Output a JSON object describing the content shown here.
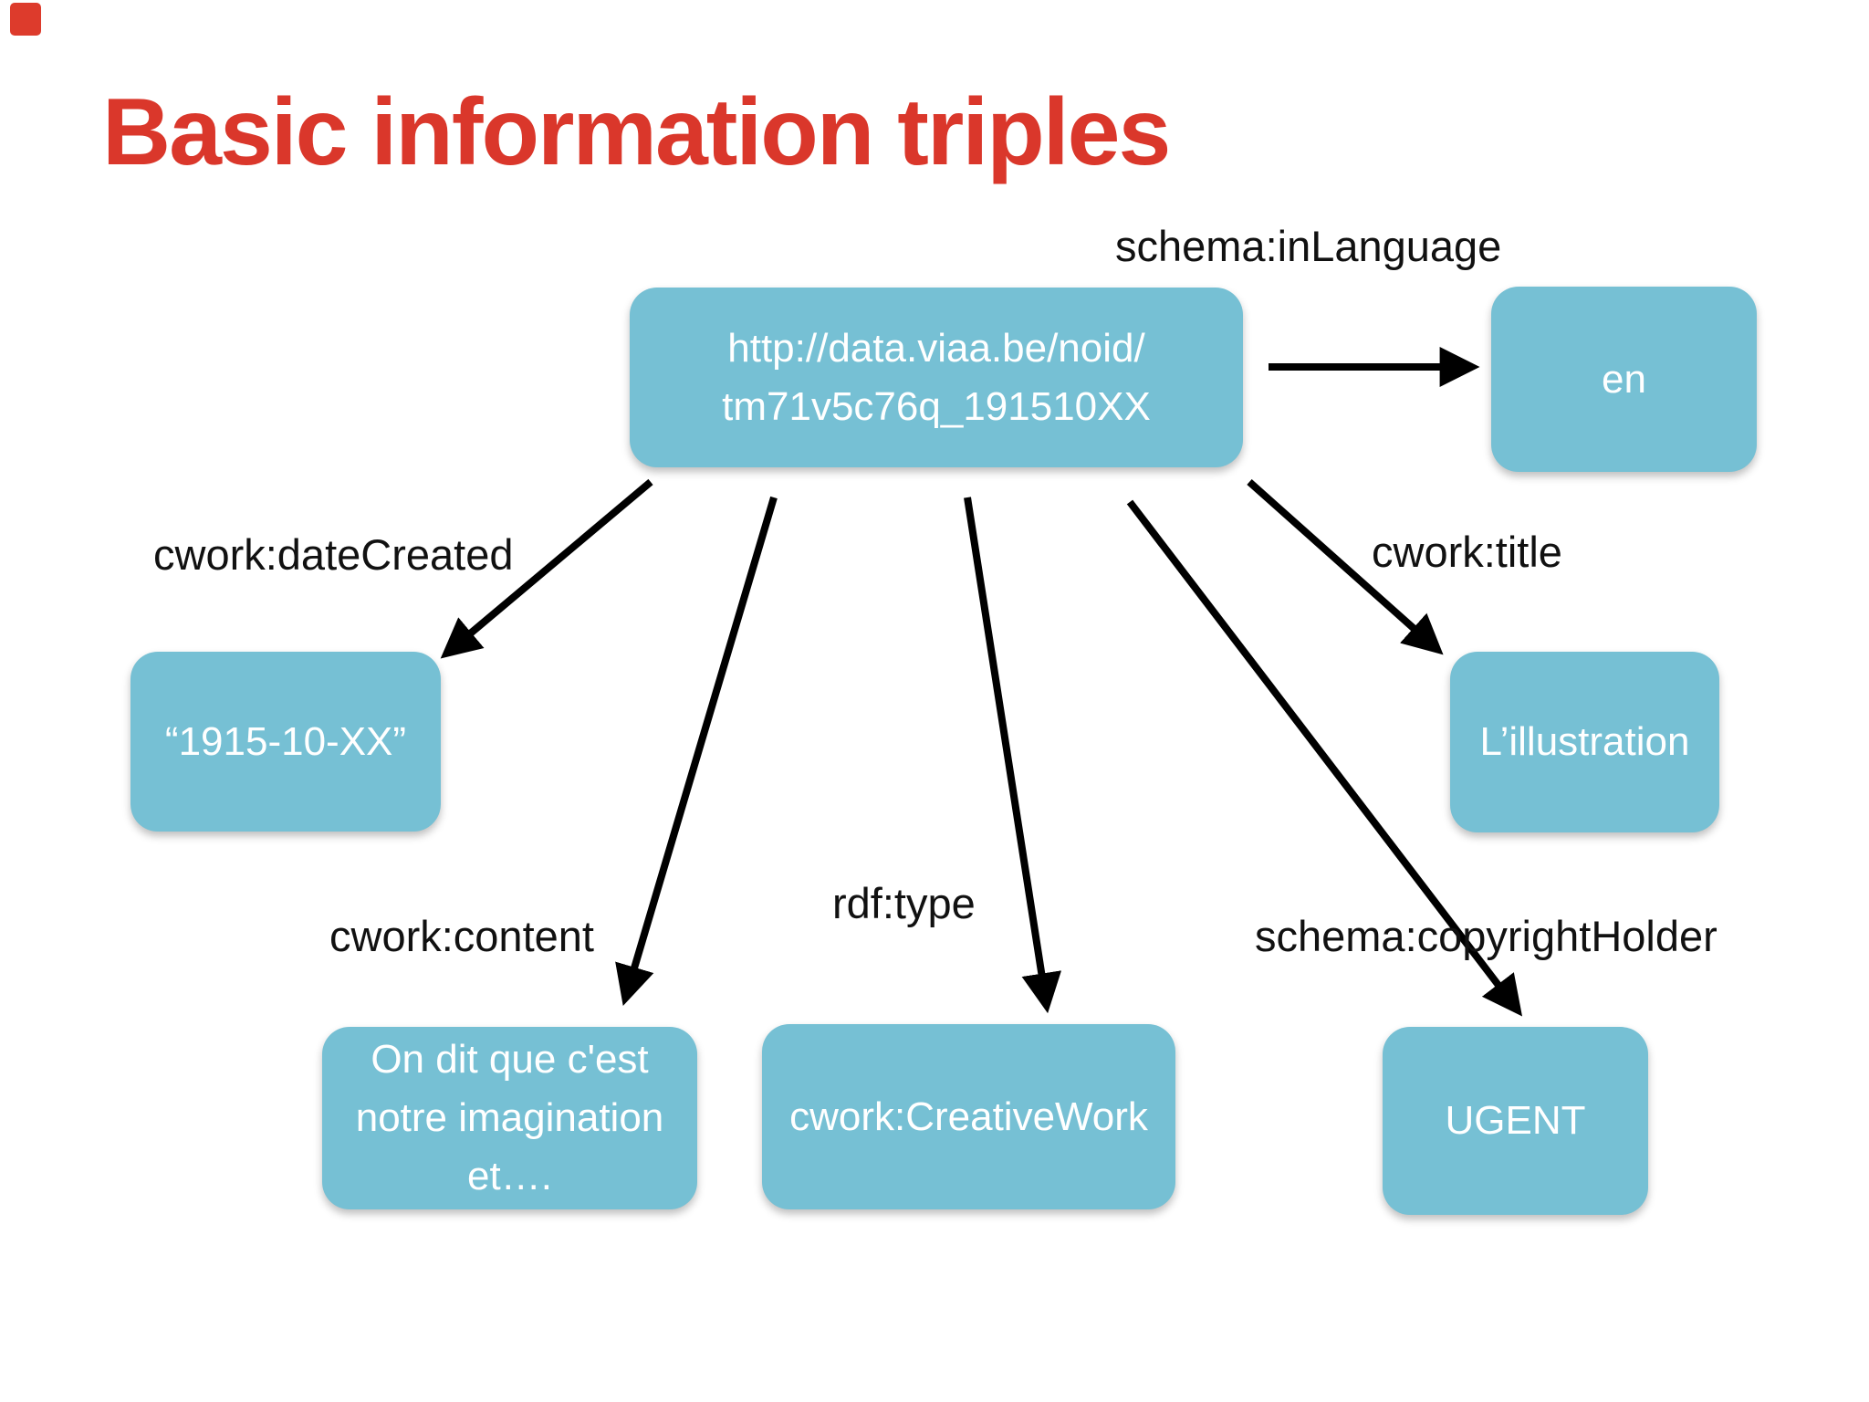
{
  "title": {
    "text": "Basic information triples",
    "color": "#da372b"
  },
  "corner_marker": {
    "color": "#dd3b2c"
  },
  "colors": {
    "node_fill": "#76c0d4",
    "node_text": "#ffffff",
    "label_text": "#111111",
    "arrow": "#000000",
    "background": "#ffffff"
  },
  "nodes": {
    "subject": {
      "line1": "http://data.viaa.be/noid/",
      "line2": "tm71v5c76q_191510XX"
    },
    "language": {
      "text": "en"
    },
    "date_created": {
      "text": "“1915-10-XX”"
    },
    "work_title": {
      "text": "L’illustration"
    },
    "content": {
      "line1": "On dit que c'est",
      "line2": "notre imagination",
      "line3": "et…."
    },
    "rdf_type": {
      "text": "cwork:CreativeWork"
    },
    "copyright_holder": {
      "text": "UGENT"
    }
  },
  "predicates": {
    "in_language": "schema:inLanguage",
    "date_created": "cwork:dateCreated",
    "work_title": "cwork:title",
    "content": "cwork:content",
    "rdf_type": "rdf:type",
    "copyright_holder": "schema:copyrightHolder"
  }
}
